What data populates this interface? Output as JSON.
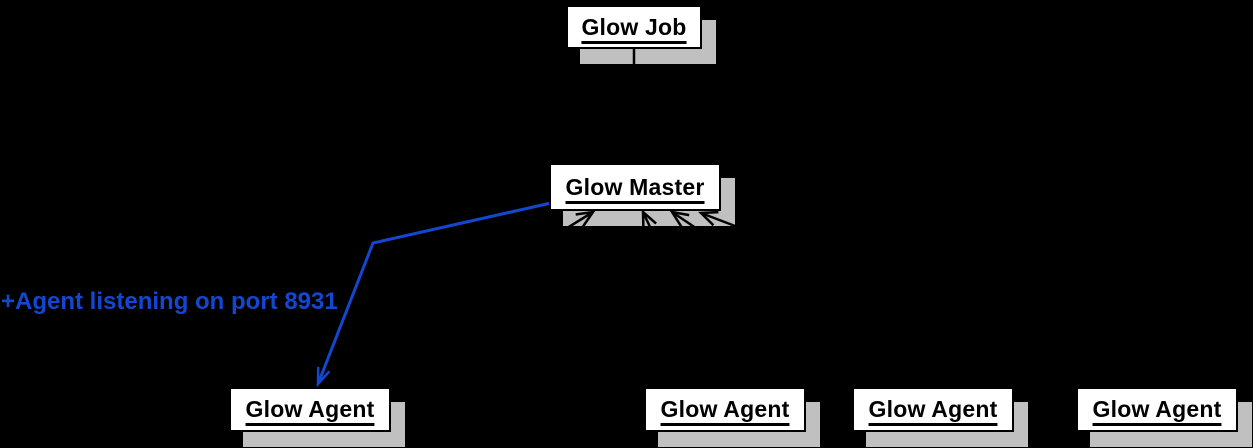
{
  "diagram": {
    "type": "object-hierarchy-diagram",
    "background_color": "#000000",
    "node_fill_color": "#ffffff",
    "node_border_color": "#000000",
    "node_text_color": "#000000",
    "shadow_color": "#c0c0c0",
    "edge_color": "#000000",
    "highlight_edge_color": "#1347d1",
    "nodes": [
      {
        "id": "glow-job",
        "label": "Glow Job"
      },
      {
        "id": "glow-master",
        "label": "Glow Master"
      },
      {
        "id": "glow-agent-1",
        "label": "Glow Agent"
      },
      {
        "id": "glow-agent-2",
        "label": "Glow Agent"
      },
      {
        "id": "glow-agent-3",
        "label": "Glow Agent"
      },
      {
        "id": "glow-agent-4",
        "label": "Glow Agent"
      }
    ],
    "edges": [
      {
        "from": "glow-job",
        "to": "glow-master",
        "label": "",
        "color": "#000000"
      },
      {
        "from": "glow-agent-1",
        "to": "glow-master",
        "label": "",
        "color": "#000000"
      },
      {
        "from": "glow-agent-2",
        "to": "glow-master",
        "label": "",
        "color": "#000000"
      },
      {
        "from": "glow-agent-3",
        "to": "glow-master",
        "label": "",
        "color": "#000000"
      },
      {
        "from": "glow-agent-4",
        "to": "glow-master",
        "label": "",
        "color": "#000000"
      },
      {
        "from": "glow-master",
        "to": "glow-agent-1",
        "label": "+Agent listening on port 8931",
        "color": "#1347d1"
      }
    ]
  }
}
